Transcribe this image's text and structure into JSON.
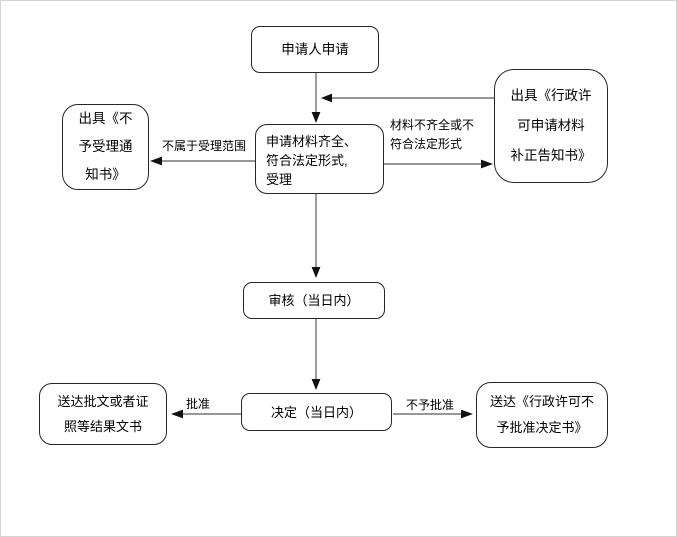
{
  "nodes": {
    "apply": {
      "label": "申请人申请"
    },
    "accept": {
      "line1": "申请材料齐全、",
      "line2": "符合法定形式,",
      "line3": "受理"
    },
    "reject_notice": {
      "line1": "出具《不",
      "line2": "予受理通",
      "line3": "知书》"
    },
    "supplement_notice": {
      "line1": "出具《行政许",
      "line2": "可申请材料",
      "line3": "补正告知书》"
    },
    "review": {
      "label": "审核（当日内）"
    },
    "decide": {
      "label": "决定（当日内）"
    },
    "deliver_result": {
      "line1": "送达批文或者证",
      "line2": "照等结果文书"
    },
    "deliver_denial": {
      "line1": "送达《行政许可不",
      "line2": "予批准决定书》"
    }
  },
  "edge_labels": {
    "out_of_scope": "不属于受理范围",
    "materials_incomplete_line1": "材料不齐全或不",
    "materials_incomplete_line2": "符合法定形式",
    "approved": "批准",
    "not_approved": "不予批准"
  },
  "colors": {
    "connector_line": "#595959",
    "arrowhead": "#111111",
    "node_border": "#262626",
    "background": "#ffffff",
    "text": "#000000"
  }
}
